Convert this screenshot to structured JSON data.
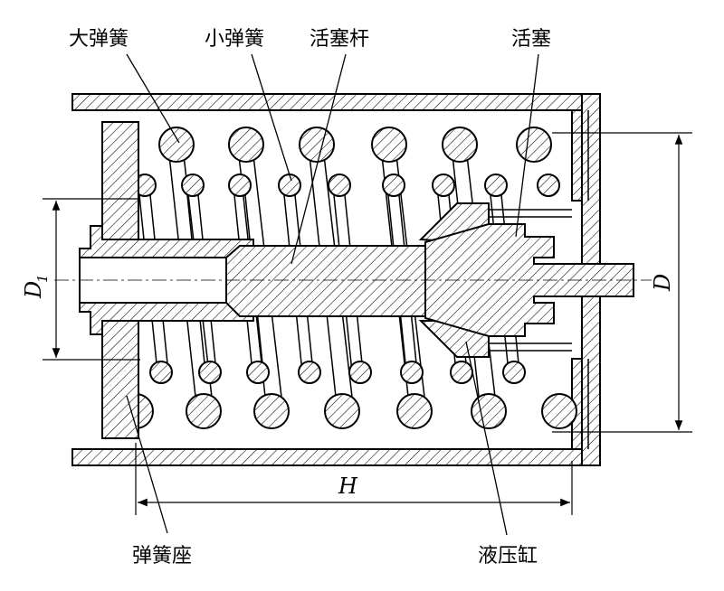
{
  "labels": {
    "large_spring": "大弹簧",
    "small_spring": "小弹簧",
    "piston_rod": "活塞杆",
    "piston": "活塞",
    "spring_seat": "弹簧座",
    "hydraulic_cylinder": "液压缸"
  },
  "dimensions": {
    "outer_diameter": "D",
    "inner_diameter": "D",
    "inner_diameter_sub": "1",
    "length": "H"
  }
}
